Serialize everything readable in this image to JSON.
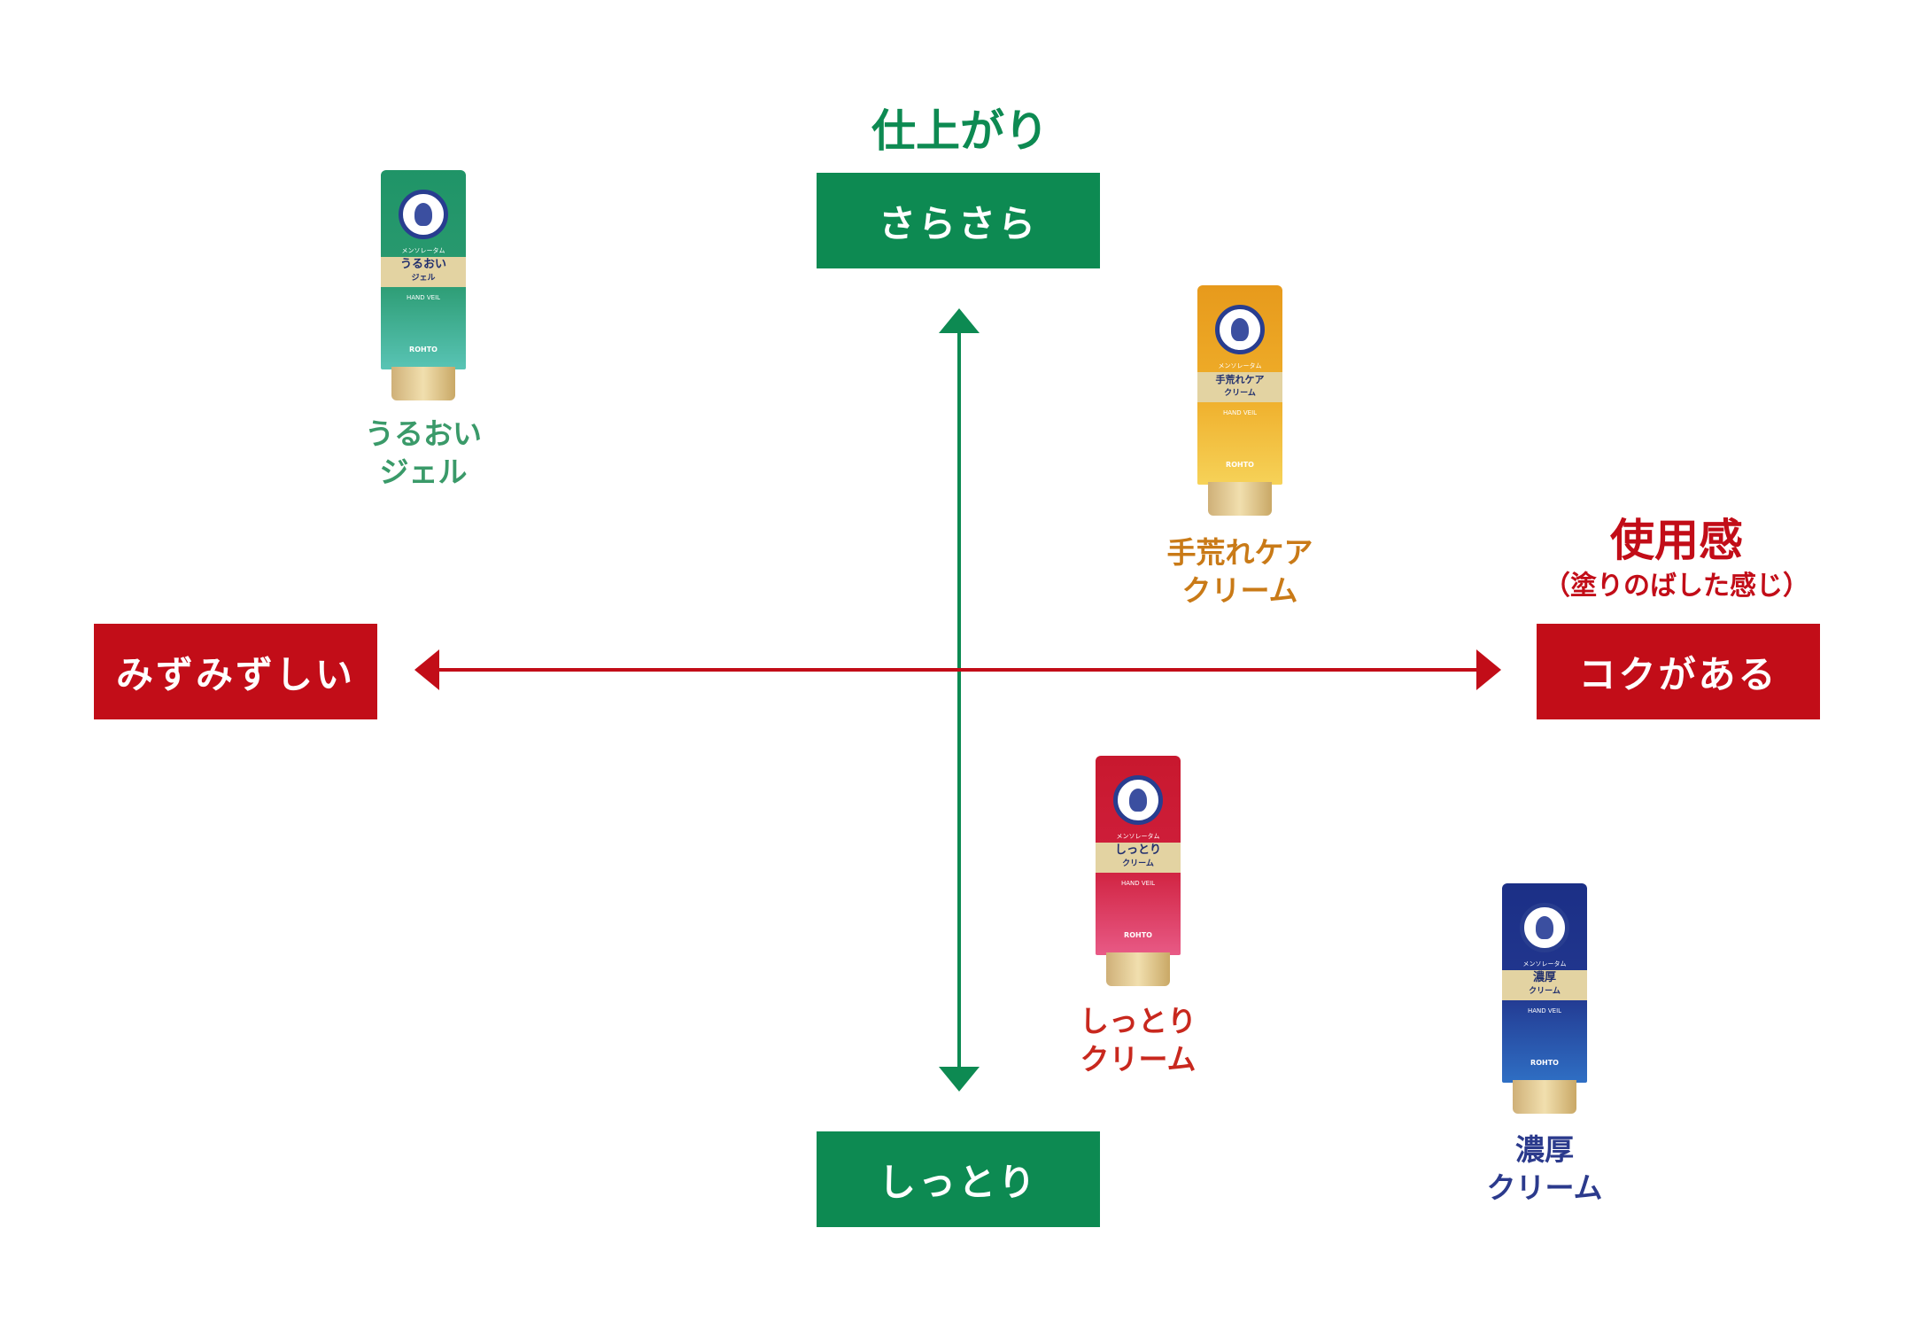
{
  "vertical_axis": {
    "title": "仕上がり",
    "top_label": "さらさら",
    "bottom_label": "しっとり",
    "color": "#0d8a52"
  },
  "horizontal_axis": {
    "title": "使用感",
    "subtitle": "（塗りのばした感じ）",
    "left_label": "みずみずしい",
    "right_label": "コクがある",
    "color": "#c20d18"
  },
  "products": [
    {
      "line1": "うるおい",
      "line2": "ジェル",
      "tube_text": "うるおい",
      "tube_sub": "ジェル",
      "color": "#3a9a69"
    },
    {
      "line1": "手荒れケア",
      "line2": "クリーム",
      "tube_text": "手荒れケア",
      "tube_sub": "クリーム",
      "color": "#c97a17"
    },
    {
      "line1": "しっとり",
      "line2": "クリーム",
      "tube_text": "しっとり",
      "tube_sub": "クリーム",
      "color": "#c8281e"
    },
    {
      "line1": "濃厚",
      "line2": "クリーム",
      "tube_text": "濃厚",
      "tube_sub": "クリーム",
      "color": "#2b3a8c"
    }
  ],
  "tube_brand": "メンソレータム",
  "tube_product_line": "HAND VEIL",
  "tube_maker": "ROHTO"
}
